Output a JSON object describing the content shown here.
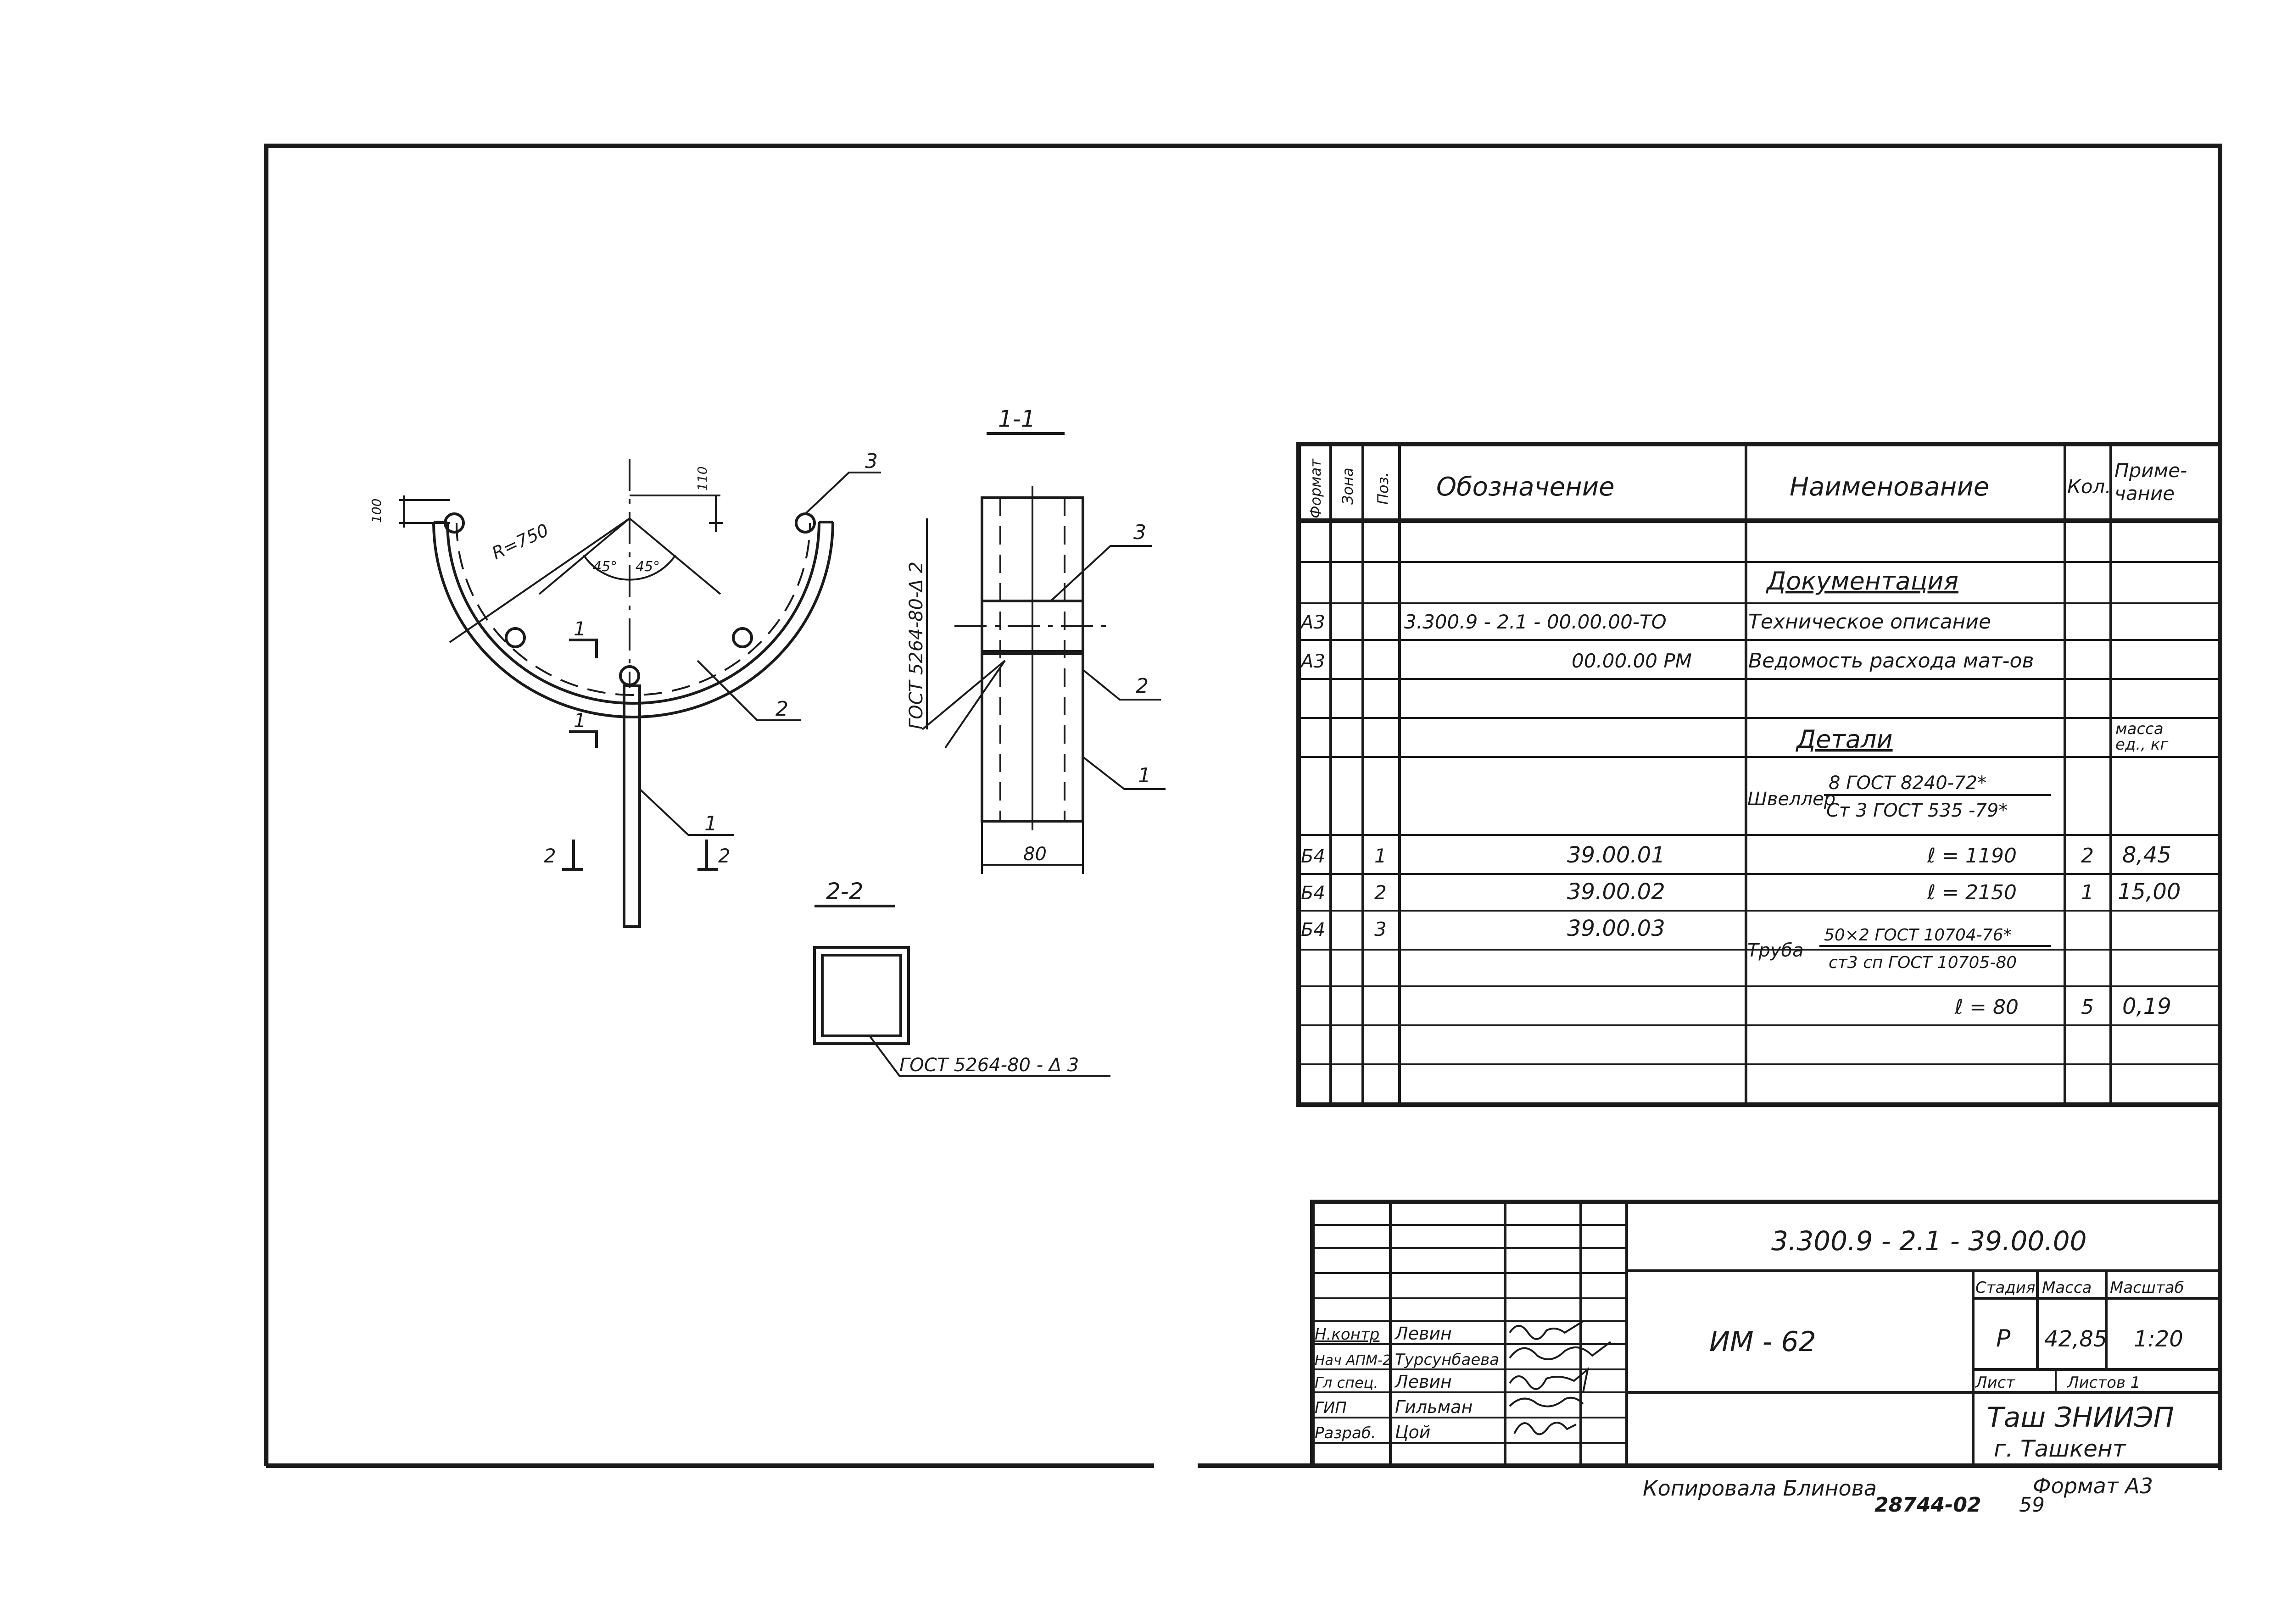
{
  "drawing": {
    "section_1_1": "1-1",
    "section_2_2": "2-2",
    "radius_label": "R=750",
    "angle_left": "45°",
    "angle_right": "45°",
    "dim_100": "100",
    "dim_110": "110",
    "dim_80": "80",
    "weld_vertical": "ГОСТ 5264-80-Δ 2",
    "weld_section_2_2": "ГОСТ 5264-80 - Δ 3",
    "callout_1": "1",
    "callout_2": "2",
    "callout_3": "3",
    "section_mark_1": "1",
    "section_mark_2": "2"
  },
  "spec_table": {
    "headers": {
      "format": "Формат",
      "zone": "Зона",
      "pos": "Поз.",
      "designation": "Обозначение",
      "name": "Наименование",
      "qty": "Кол.",
      "note": "Приме-\nчание"
    },
    "section_docs": "Документация",
    "section_parts": "Детали",
    "mass_header": "масса\nед., кг",
    "rows": [
      {
        "format": "А3",
        "pos": "",
        "designation": "3.300.9 - 2.1 - 00.00.00-ТО",
        "name": "Техническое описание",
        "qty": "",
        "note": ""
      },
      {
        "format": "А3",
        "pos": "",
        "designation": "00.00.00 РМ",
        "name": "Ведомость расхода мат-ов",
        "qty": "",
        "note": ""
      }
    ],
    "channel_label": "Швеллер",
    "channel_top": "8 ГОСТ 8240-72*",
    "channel_bottom": "Ст 3 ГОСТ 535 -79*",
    "parts": [
      {
        "format": "Б4",
        "pos": "1",
        "designation": "39.00.01",
        "name": "ℓ = 1190",
        "qty": "2",
        "note": "8,45"
      },
      {
        "format": "Б4",
        "pos": "2",
        "designation": "39.00.02",
        "name": "ℓ = 2150",
        "qty": "1",
        "note": "15,00"
      },
      {
        "format": "Б4",
        "pos": "3",
        "designation": "39.00.03",
        "name": "",
        "qty": "",
        "note": ""
      }
    ],
    "pipe_label": "Труба",
    "pipe_top": "50×2 ГОСТ 10704-76*",
    "pipe_bottom": "ст3 сп ГОСТ 10705-80",
    "pipe_row": {
      "name": "ℓ = 80",
      "qty": "5",
      "note": "0,19"
    }
  },
  "title_block": {
    "doc_code": "3.300.9 - 2.1 - 39.00.00",
    "product": "ИМ - 62",
    "stage_label": "Стадия",
    "mass_label": "Масса",
    "scale_label": "Масштаб",
    "stage": "Р",
    "mass": "42,85",
    "scale": "1:20",
    "sheet_label": "Лист",
    "sheets_label": "Листов 1",
    "org": "Таш ЗНИИЭП",
    "city": "г. Ташкент",
    "signers": [
      {
        "role": "Н.контр",
        "name": "Левин"
      },
      {
        "role": "Нач АПМ-2",
        "name": "Турсунбаева"
      },
      {
        "role": "Гл спец.",
        "name": "Левин"
      },
      {
        "role": "ГИП",
        "name": "Гильман"
      },
      {
        "role": "Разраб.",
        "name": "Цой"
      }
    ]
  },
  "footer": {
    "copied": "Копировала  Блинова",
    "format": "Формат А3",
    "number": "28744-02",
    "page": "59"
  }
}
